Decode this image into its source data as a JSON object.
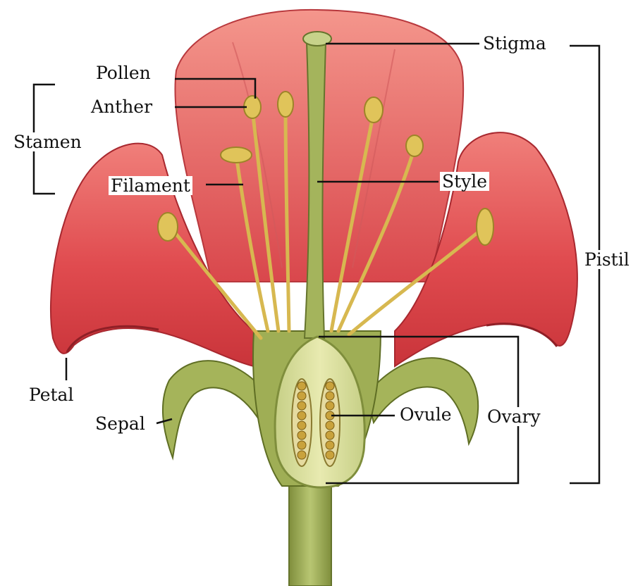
{
  "diagram": {
    "labels": {
      "stigma": "Stigma",
      "pollen": "Pollen",
      "anther": "Anther",
      "stamen": "Stamen",
      "filament": "Filament",
      "style": "Style",
      "pistil": "Pistil",
      "petal": "Petal",
      "sepal": "Sepal",
      "ovule": "Ovule",
      "ovary": "Ovary"
    },
    "colors": {
      "petal": "#e04b4f",
      "petal_light": "#f28d86",
      "petal_dark": "#b22a31",
      "stem": "#a8b860",
      "stem_dark": "#6e7d32",
      "anther": "#e0c45a",
      "ovule": "#c9a23c",
      "line": "#111111"
    }
  }
}
